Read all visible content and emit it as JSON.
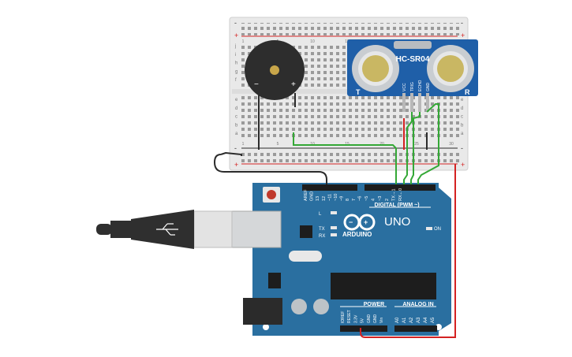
{
  "sensor": {
    "model": "HC-SR04",
    "pins": [
      "VCC",
      "TRIG",
      "ECHO",
      "GND"
    ],
    "left_mark": "T",
    "right_mark": "R"
  },
  "breadboard": {
    "row_letters_top": [
      "j",
      "i",
      "h",
      "g",
      "f"
    ],
    "row_letters_bottom": [
      "e",
      "d",
      "c",
      "b",
      "a"
    ],
    "column_numbers": [
      "1",
      "5",
      "10",
      "15",
      "20",
      "25",
      "30"
    ],
    "rail_plus": "+",
    "rail_minus": "-"
  },
  "buzzer": {
    "minus_label": "−",
    "plus_label": "+"
  },
  "arduino": {
    "brand": "ARDUINO",
    "model": "UNO",
    "digital_header_label": "DIGITAL (PWM ~)",
    "digital_pins": [
      "AREF",
      "GND",
      "13",
      "12",
      "~11",
      "~10",
      "~9",
      "8",
      "7",
      "~6",
      "~5",
      "4",
      "~3",
      "2",
      "TX→1",
      "RX←0"
    ],
    "led_labels": [
      "L",
      "TX",
      "RX"
    ],
    "on_label": "ON",
    "power_label": "POWER",
    "analog_label": "ANALOG IN",
    "power_pins": [
      "IOREF",
      "RESET",
      "3.3V",
      "5V",
      "GND",
      "GND",
      "Vin"
    ],
    "analog_pins": [
      "A0",
      "A1",
      "A2",
      "A3",
      "A4",
      "A5"
    ]
  },
  "colors": {
    "board": "#2a6fa0",
    "sensor": "#1f5fa8",
    "wire_green": "#34a836",
    "wire_red": "#d42222",
    "wire_black": "#2b2b2b",
    "breadboard": "#e8e8e8"
  }
}
